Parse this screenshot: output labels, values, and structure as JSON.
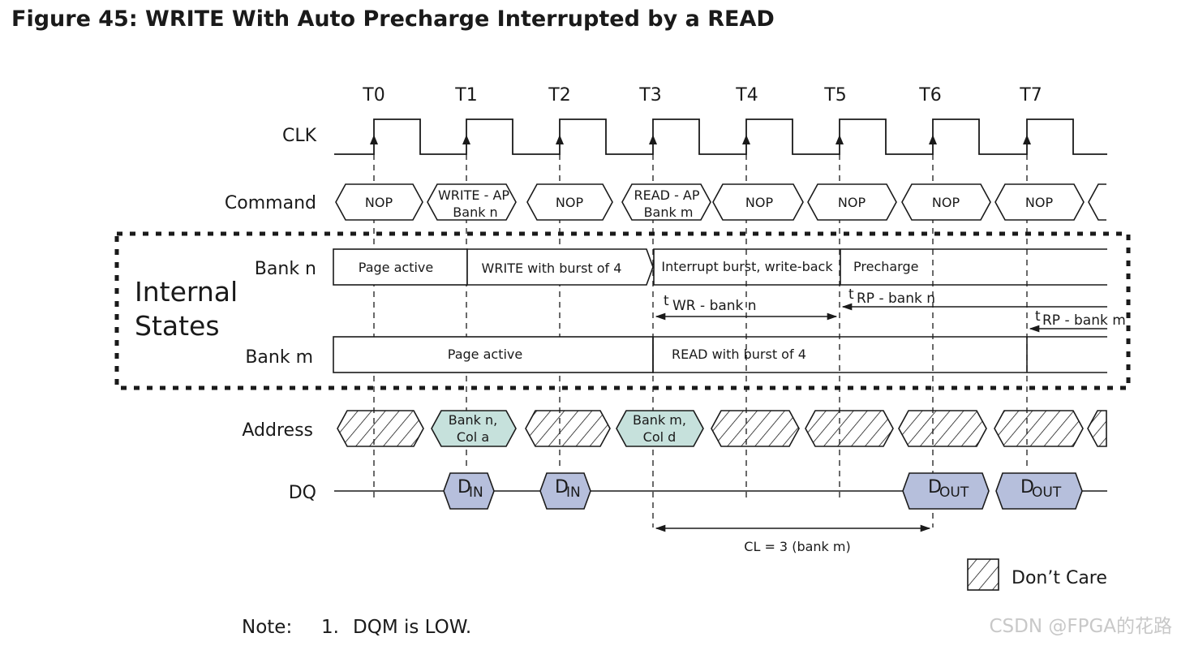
{
  "figure": {
    "title": "Figure 45: WRITE With Auto Precharge Interrupted by a READ",
    "clock_labels": [
      "T0",
      "T1",
      "T2",
      "T3",
      "T4",
      "T5",
      "T6",
      "T7"
    ],
    "signals": {
      "clk": "CLK",
      "command": "Command",
      "internal_states": [
        "Internal",
        "States"
      ],
      "bank_n": "Bank n",
      "bank_m": "Bank m",
      "address": "Address",
      "dq": "DQ"
    },
    "commands": [
      {
        "lines": [
          "NOP"
        ]
      },
      {
        "lines": [
          "WRITE - AP",
          "Bank n"
        ]
      },
      {
        "lines": [
          "NOP"
        ]
      },
      {
        "lines": [
          "READ - AP",
          "Bank m"
        ]
      },
      {
        "lines": [
          "NOP"
        ]
      },
      {
        "lines": [
          "NOP"
        ]
      },
      {
        "lines": [
          "NOP"
        ]
      },
      {
        "lines": [
          "NOP"
        ]
      }
    ],
    "bank_n_states": [
      "Page active",
      "WRITE with burst of 4",
      "Interrupt burst, write-back",
      "Precharge"
    ],
    "bank_m_states": [
      "Page active",
      "READ with burst of 4"
    ],
    "timing": {
      "twr": {
        "t": "t",
        "sub": "WR - bank n"
      },
      "trp_n": {
        "t": "t",
        "sub": "RP - bank n"
      },
      "trp_m": {
        "t": "t",
        "sub": "RP - bank m"
      },
      "cl": "CL = 3 (bank m)"
    },
    "address_values": [
      {
        "lines": [
          "Bank n,",
          "Col a"
        ]
      },
      {
        "lines": [
          "Bank m,",
          "Col d"
        ]
      }
    ],
    "dq_values": [
      {
        "main": "D",
        "sub": "IN"
      },
      {
        "main": "D",
        "sub": "IN"
      },
      {
        "main": "D",
        "sub": "OUT"
      },
      {
        "main": "D",
        "sub": "OUT"
      }
    ],
    "legend": {
      "dont_care": "Don’t Care"
    },
    "note": {
      "label": "Note:",
      "number": "1.",
      "text": "DQM is LOW."
    },
    "watermark": "CSDN @FPGA的花路",
    "colors": {
      "ink": "#1a1a1a",
      "address_fill": "#c6e1dc",
      "dq_fill": "#b6bfdc",
      "watermark": "#c8c8c8"
    }
  }
}
